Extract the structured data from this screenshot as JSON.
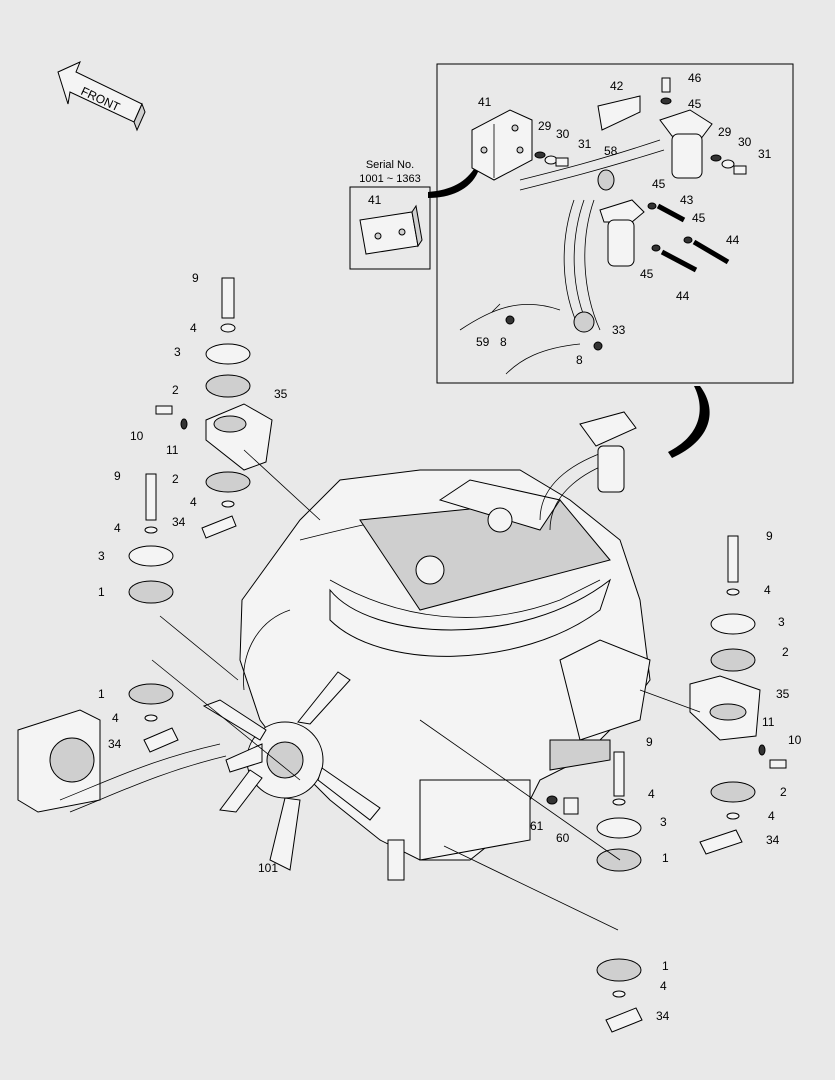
{
  "front_label": "FRONT",
  "serial": {
    "line1": "Serial No.",
    "line2": "1001 ~ 1363"
  },
  "part_numbers": {
    "p1": "1",
    "p2": "2",
    "p3": "3",
    "p4": "4",
    "p8": "8",
    "p9": "9",
    "p10": "10",
    "p11": "11",
    "p29": "29",
    "p30": "30",
    "p31": "31",
    "p33": "33",
    "p34": "34",
    "p35": "35",
    "p41": "41",
    "p42": "42",
    "p43": "43",
    "p44": "44",
    "p45": "45",
    "p46": "46",
    "p58": "58",
    "p59": "59",
    "p60": "60",
    "p61": "61",
    "p101": "101"
  }
}
